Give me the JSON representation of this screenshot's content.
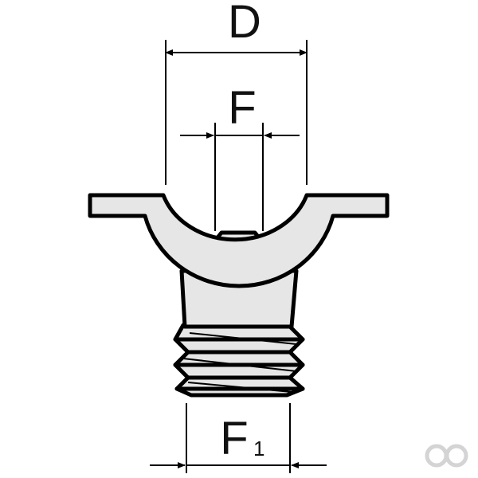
{
  "dimensions": {
    "d_label": "D",
    "f_label": "F",
    "f1_label": "F",
    "f1_subscript": "1"
  },
  "logo": {
    "icon": "infinity-logo-icon"
  },
  "colors": {
    "part_fill": "#e6e6e6",
    "outline": "#000000",
    "logo": "#d4d4d4"
  }
}
